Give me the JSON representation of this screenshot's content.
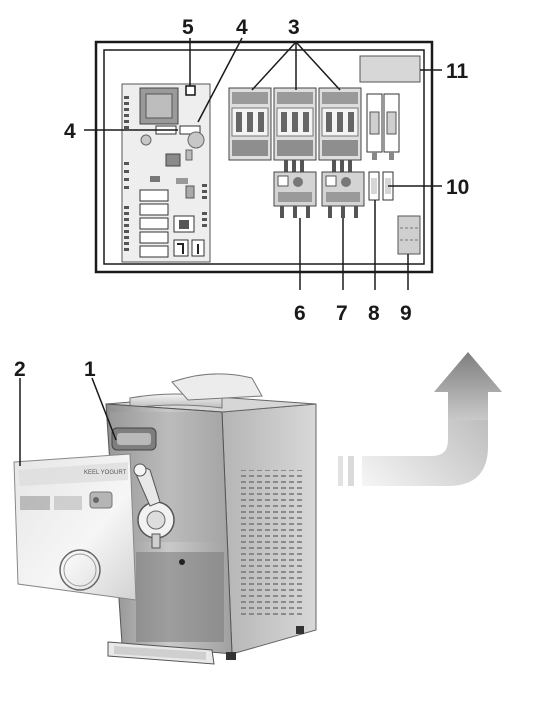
{
  "callouts": {
    "c1": "1",
    "c2": "2",
    "c3": "3",
    "c4_top": "4",
    "c4_left": "4",
    "c5": "5",
    "c6": "6",
    "c7": "7",
    "c8": "8",
    "c9": "9",
    "c10": "10",
    "c11": "11"
  },
  "panel_text": {
    "brand": "KEEL YOGURT"
  },
  "colors": {
    "ink": "#1a1a1a",
    "panel_fill": "#ffffff",
    "machine_body": "#b9b9b9",
    "arrow_tip": "#8a8a8a"
  }
}
